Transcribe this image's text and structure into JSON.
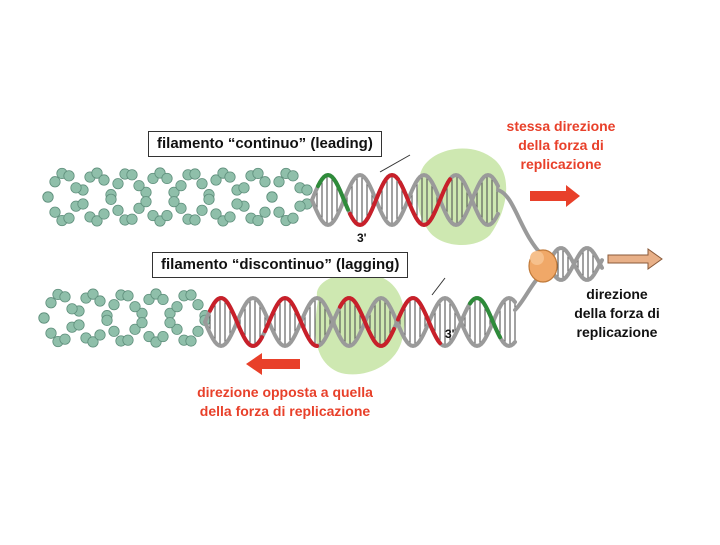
{
  "labels": {
    "leading": "filamento “continuo” (leading)",
    "lagging": "filamento “discontinuo” (lagging)",
    "same_direction_line1": "stessa direzione",
    "same_direction_line2": "della forza di",
    "same_direction_line3": "replicazione",
    "fork_direction_line1": "direzione",
    "fork_direction_line2": "della forza di",
    "fork_direction_line3": "replicazione",
    "opposite_direction_line1": "direzione opposta a quella",
    "opposite_direction_line2": "della forza di replicazione",
    "prime_top": "3'",
    "prime_bottom": "3'"
  },
  "colors": {
    "parental_bead": "#8fbfaa",
    "new_strand_red": "#c8202a",
    "new_strand_green": "#2e8b3a",
    "backbone_gray": "#9a9a9a",
    "polymerase": "#c9e6a8",
    "helicase": "#f0a868",
    "arrow_red": "#e8402a",
    "arrow_tan": "#e8b088"
  }
}
